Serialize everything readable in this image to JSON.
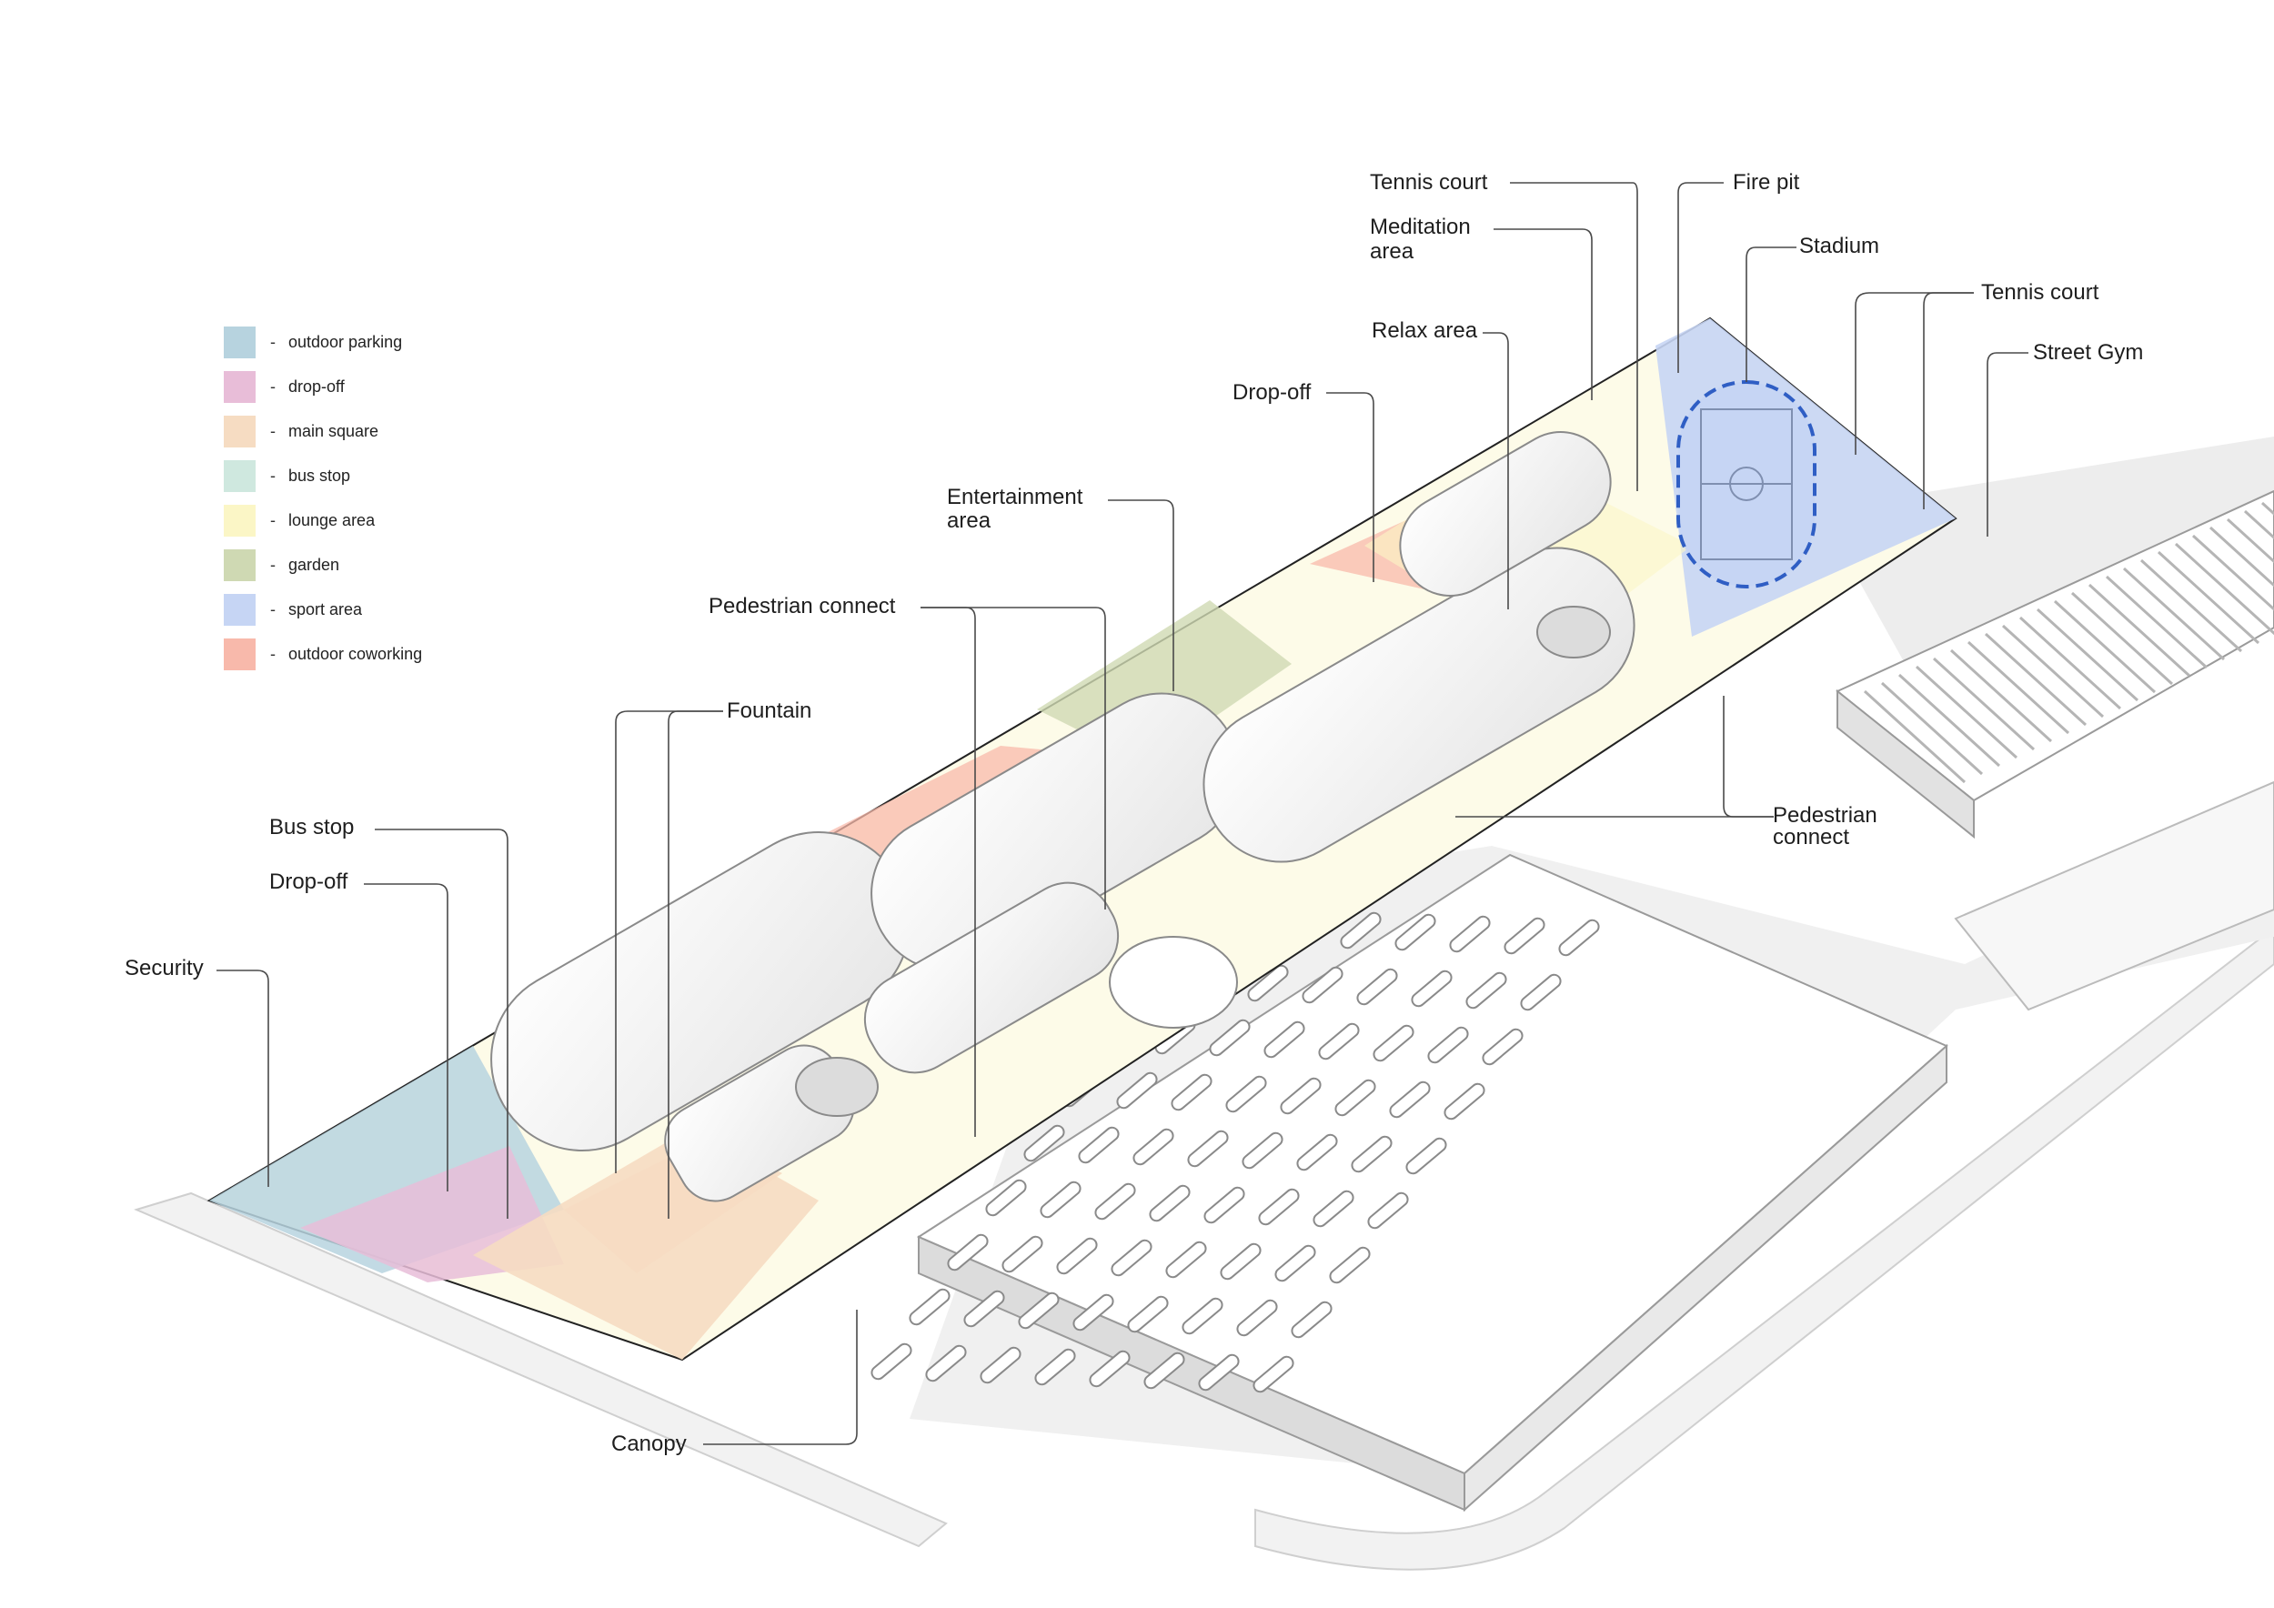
{
  "legend": [
    {
      "label": "outdoor parking",
      "color": "#b7d3df"
    },
    {
      "label": "drop-off",
      "color": "#e8bdd8"
    },
    {
      "label": "main square",
      "color": "#f6dcc2"
    },
    {
      "label": "bus stop",
      "color": "#cfe8df"
    },
    {
      "label": "lounge area",
      "color": "#fbf6c6"
    },
    {
      "label": "garden",
      "color": "#cfd9b3"
    },
    {
      "label": "sport area",
      "color": "#c6d5f4"
    },
    {
      "label": "outdoor coworking",
      "color": "#f8b9ab"
    }
  ],
  "legend_dash": "-",
  "labels": {
    "tennis_court_1": "Tennis court",
    "fire_pit": "Fire pit",
    "meditation_area_1": "Meditation",
    "meditation_area_2": "area",
    "stadium": "Stadium",
    "tennis_court_2": "Tennis court",
    "relax_area": "Relax area",
    "street_gym": "Street Gym",
    "drop_off_1": "Drop-off",
    "entertainment_area_1": "Entertainment",
    "entertainment_area_2": "area",
    "pedestrian_connect_1": "Pedestrian connect",
    "fountain": "Fountain",
    "bus_stop": "Bus stop",
    "drop_off_2": "Drop-off",
    "security": "Security",
    "pedestrian_connect_2a": "Pedestrian",
    "pedestrian_connect_2b": "connect",
    "canopy": "Canopy"
  },
  "colors": {
    "line": "#4a4a4a",
    "building": "#ffffff",
    "building_stroke": "#8a8a8a",
    "ground": "#eeeeee",
    "road": "#f4f4f4"
  }
}
